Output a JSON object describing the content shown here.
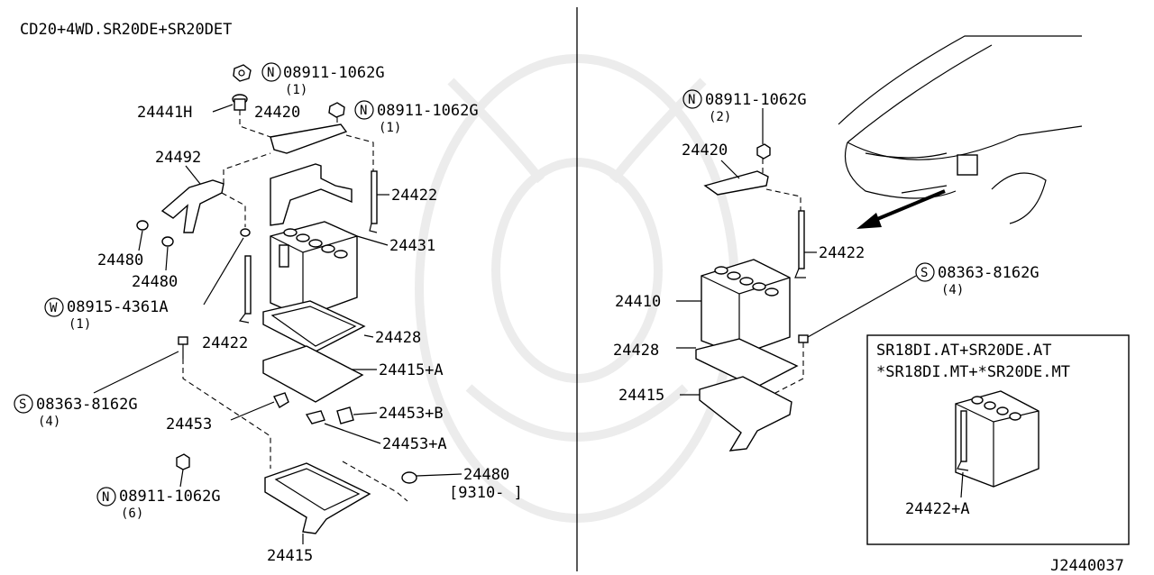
{
  "title": "CD20+4WD.SR20DE+SR20DET",
  "diagram_id": "J2440037",
  "left": {
    "labels": {
      "n_top": "08911-1062G",
      "n_top_qty": "(1)",
      "p24441h": "24441H",
      "p24420": "24420",
      "n_mid": "08911-1062G",
      "n_mid_qty": "(1)",
      "p24492": "24492",
      "p24422a": "24422",
      "p24431": "24431",
      "p24480a": "24480",
      "p24480b": "24480",
      "w_code": "08915-4361A",
      "w_qty": "(1)",
      "p24422b": "24422",
      "p24428": "24428",
      "p24415a": "24415+A",
      "s_code": "08363-8162G",
      "s_qty": "(4)",
      "p24453": "24453",
      "p24453b": "24453+B",
      "p24453a": "24453+A",
      "n_bot": "08911-1062G",
      "n_bot_qty": "(6)",
      "p24480c": "24480",
      "p24480c_note": "[9310-     ]",
      "p24415": "24415"
    }
  },
  "right": {
    "labels": {
      "n_code": "08911-1062G",
      "n_qty": "(2)",
      "p24420": "24420",
      "p24422": "24422",
      "s_code": "08363-8162G",
      "s_qty": "(4)",
      "p24410": "24410",
      "p24428": "24428",
      "p24415": "24415"
    },
    "inset": {
      "line1": "SR18DI.AT+SR20DE.AT",
      "line2": "*SR18DI.MT+*SR20DE.MT",
      "part": "24422+A"
    }
  },
  "symbols": {
    "N": "N",
    "W": "W",
    "S": "S"
  }
}
